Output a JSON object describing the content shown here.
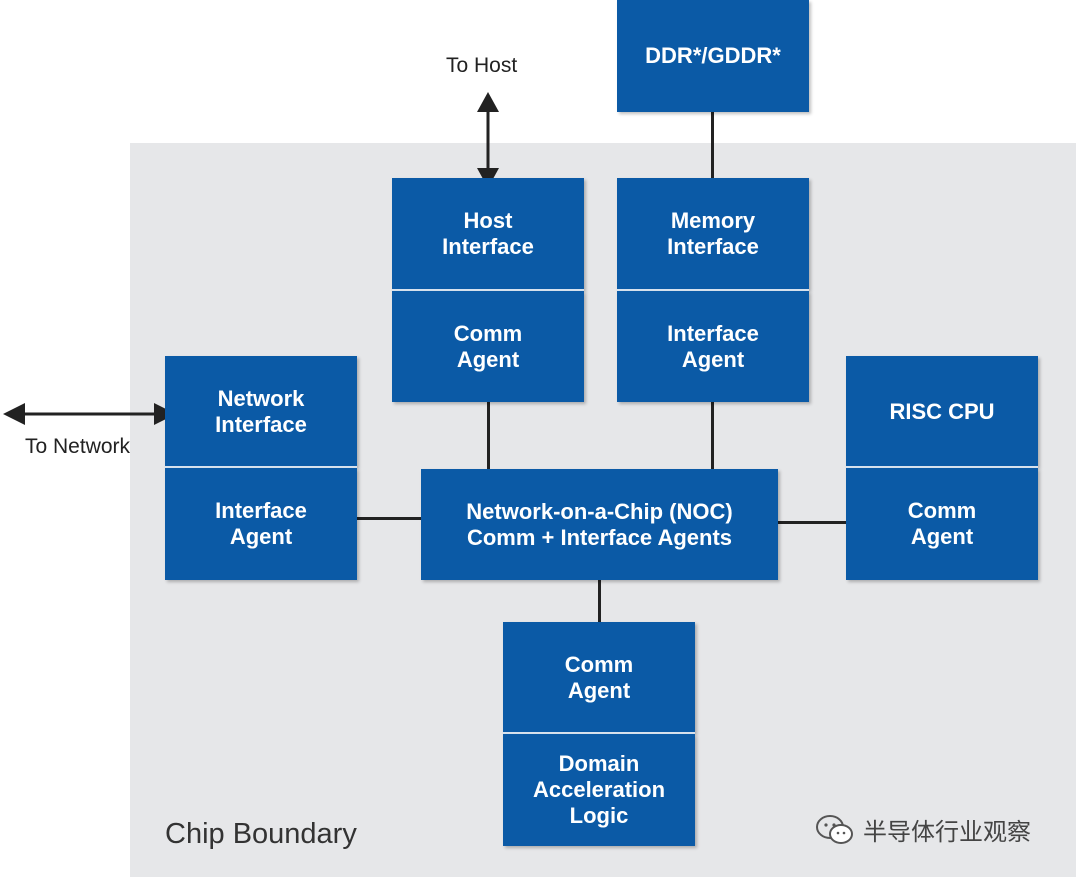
{
  "diagram": {
    "chip_boundary_label": "Chip Boundary",
    "to_host_label": "To Host",
    "to_network_label": "To Network",
    "blocks": {
      "ddr": "DDR*/GDDR*",
      "host_interface": "Host\nInterface",
      "host_comm_agent": "Comm\nAgent",
      "memory_interface": "Memory\nInterface",
      "memory_interface_agent": "Interface\nAgent",
      "network_interface": "Network\nInterface",
      "network_interface_agent": "Interface\nAgent",
      "noc": "Network-on-a-Chip (NOC)\nComm + Interface Agents",
      "risc_cpu": "RISC CPU",
      "risc_comm_agent": "Comm\nAgent",
      "domain_comm_agent": "Comm\nAgent",
      "domain_logic": "Domain\nAcceleration\nLogic"
    },
    "watermark": "半导体行业观察"
  },
  "colors": {
    "block": "#0b5aa6",
    "boundary": "#e6e7e9",
    "line": "#222222"
  }
}
